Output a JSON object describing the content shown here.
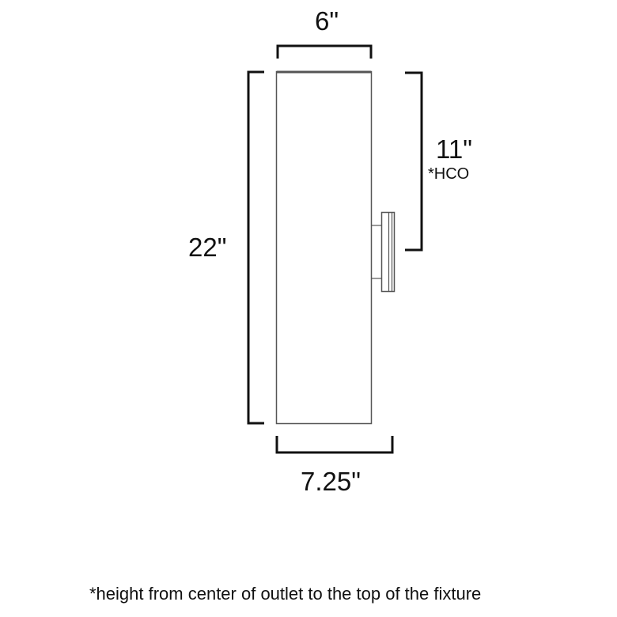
{
  "diagram": {
    "type": "product dimension drawing",
    "subject": "cylindrical wall-mount fixture",
    "labels": {
      "top_width": "6\"",
      "height": "22\"",
      "hco": "11\"",
      "hco_note": "*HCO",
      "bottom_width": "7.25\""
    },
    "footnote": "*height from center of outlet to the top of the fixture",
    "colors": {
      "line": "#111111",
      "outline": "#555555",
      "background": "#ffffff"
    }
  }
}
